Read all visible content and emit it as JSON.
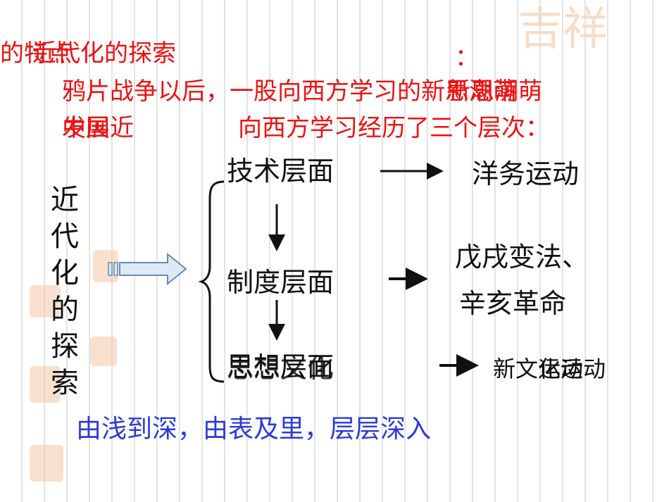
{
  "header": {
    "line1_overlap_a": "近代化的探索",
    "line1_overlap_b": "的特点",
    "colon": "：",
    "line2": "鸦片战争以后，一股向西方学习的新思潮萌",
    "line2_overlap": "新思潮萌",
    "line3_left_a": "中国近",
    "line3_left_b": "发展",
    "line3_right": "向西方学习经历了三个层次："
  },
  "side_label": "近代化的探索",
  "levels": [
    {
      "label": "技术层面",
      "result": "洋务运动"
    },
    {
      "label": "制度层面",
      "result_line1": "戊戌变法、",
      "result_line2": "辛亥革命"
    },
    {
      "label": "思想层面",
      "label_overlap": "思想文化",
      "result": "新文化运动",
      "result_overlap": "运动"
    }
  ],
  "conclusion": "由浅到深，由表及里，层层深入",
  "decor": {
    "seal_text": "吉祥"
  },
  "colors": {
    "red": "#ee1111",
    "blue": "#2b3bd6",
    "text": "#111111",
    "arrow_fill": "#dbeaf6"
  }
}
